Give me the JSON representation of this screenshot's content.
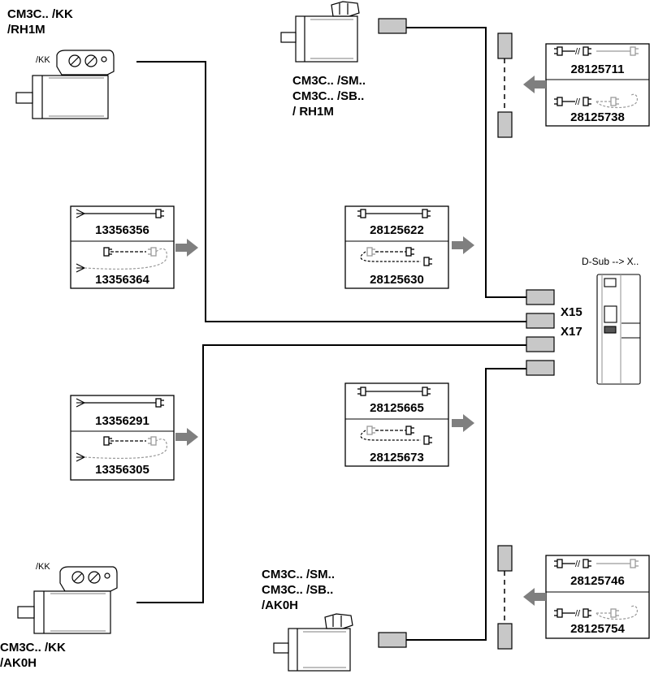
{
  "motors": {
    "top_left": {
      "title_line1": "CM3C.. /KK",
      "title_line2": "/RH1M",
      "option": "/KK"
    },
    "top_center": {
      "line1": "CM3C.. /SM..",
      "line2": "CM3C.. /SB..",
      "line3": "/ RH1M"
    },
    "bottom_left": {
      "title_line1": "CM3C.. /KK",
      "title_line2": "/AK0H",
      "option": "/KK"
    },
    "bottom_center": {
      "line1": "CM3C.. /SM..",
      "line2": "CM3C.. /SB..",
      "line3": "/AK0H"
    }
  },
  "part_numbers": {
    "box_left_upper": [
      "13356356",
      "13356364"
    ],
    "box_center_upper": [
      "28125622",
      "28125630"
    ],
    "box_right_upper": [
      "28125711",
      "28125738"
    ],
    "box_left_lower": [
      "13356291",
      "13356305"
    ],
    "box_center_lower": [
      "28125665",
      "28125673"
    ],
    "box_right_lower": [
      "28125746",
      "28125754"
    ]
  },
  "controller": {
    "label": "D-Sub --> X..",
    "connector_x15": "X15",
    "connector_x17": "X17"
  },
  "colors": {
    "line": "#000000",
    "arrow": "#7f7f7f",
    "plug_gray": "#c8c8c8",
    "connector_fill": "#c8c8c8",
    "box_border": "#000000"
  }
}
